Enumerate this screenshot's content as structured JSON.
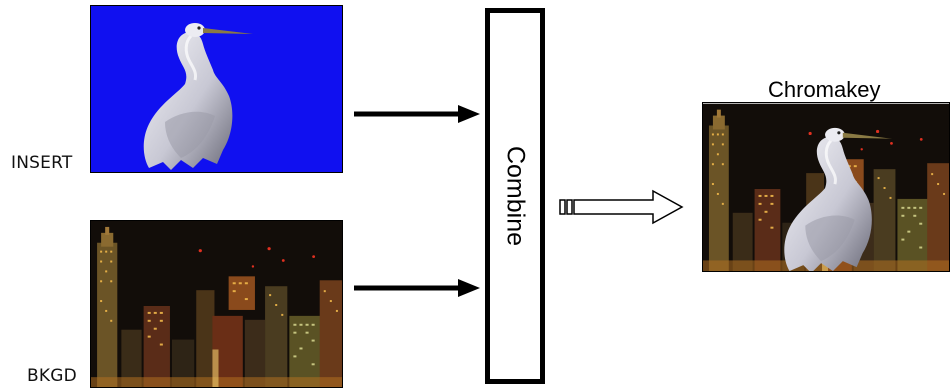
{
  "labels": {
    "insert": "INSERT",
    "background": "BKGD",
    "combine": "Combine",
    "result": "Chromakey"
  },
  "colors": {
    "chroma_blue": "#1010f0",
    "night_sky": "#100c08",
    "arrow": "#000000"
  },
  "icons": {
    "insert_image": "egret-on-blue-icon",
    "background_image": "city-skyline-night-icon",
    "result_image": "egret-over-skyline-icon",
    "output_arrow": "hollow-arrow-icon"
  }
}
